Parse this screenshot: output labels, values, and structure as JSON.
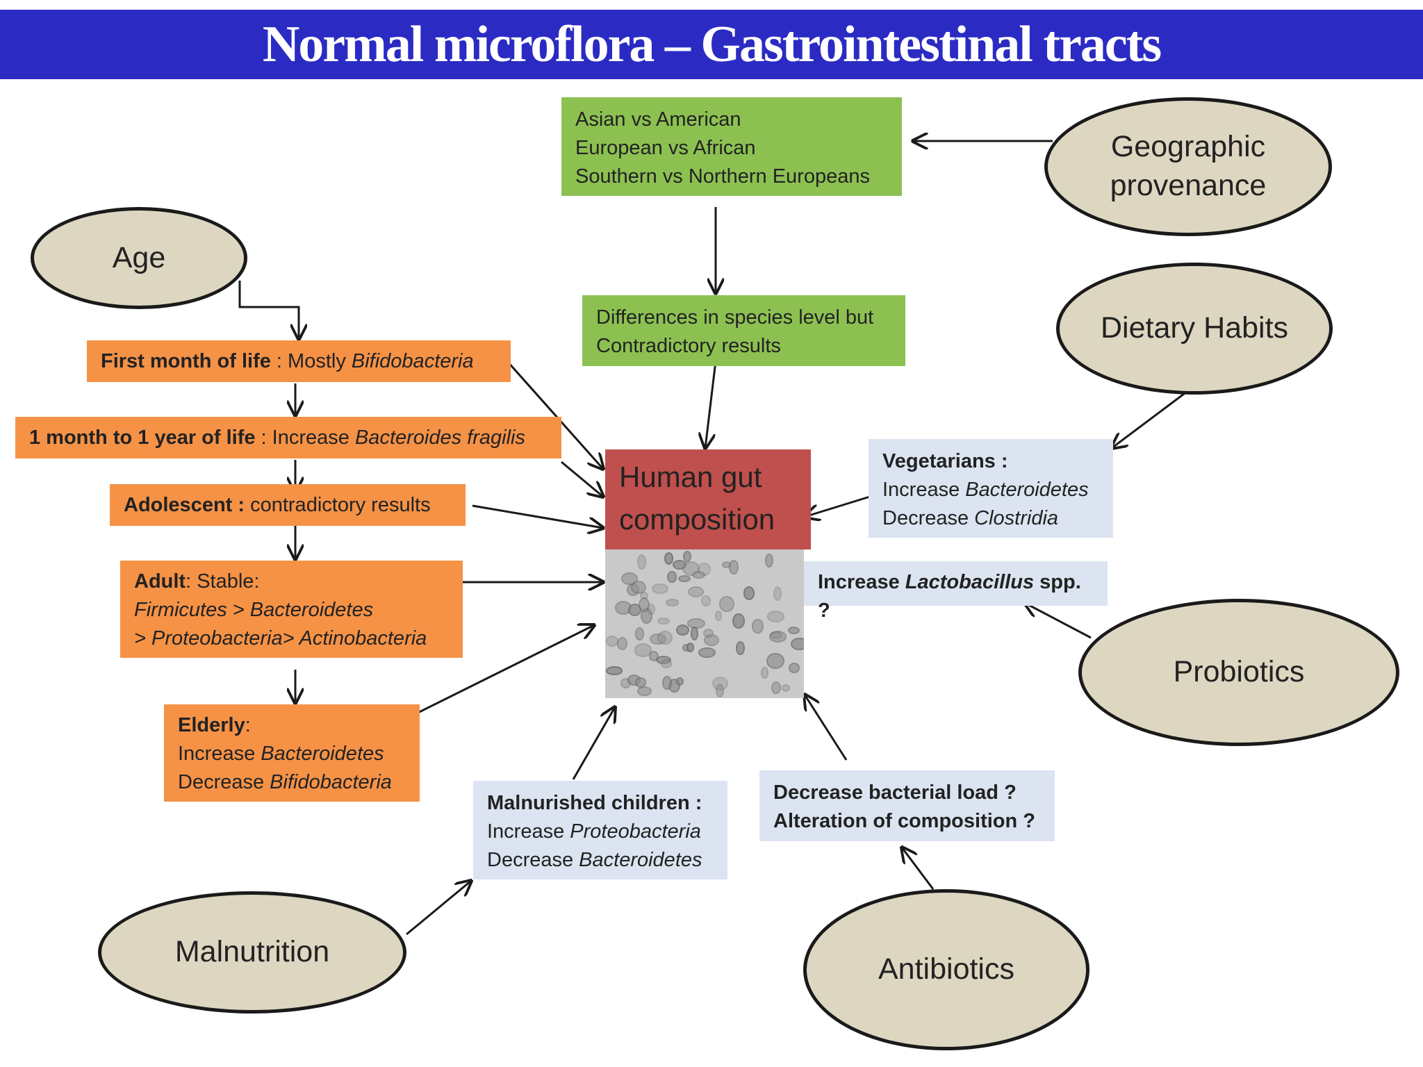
{
  "title": "Normal microflora – Gastrointestinal tracts",
  "factors": {
    "age": "Age",
    "geographic": [
      "Geographic",
      "provenance"
    ],
    "dietary": "Dietary Habits",
    "probiotics": "Probiotics",
    "malnutrition": "Malnutrition",
    "antibiotics": "Antibiotics"
  },
  "center": [
    "Human gut",
    "composition"
  ],
  "age_stages": {
    "first_month": {
      "label": "First month of life",
      "sep": " : Mostly ",
      "taxon": "Bifidobacteria"
    },
    "first_year": {
      "label": "1 month to 1 year of life",
      "sep": " : Increase ",
      "taxon": "Bacteroides fragilis"
    },
    "adolescent": {
      "label": "Adolescent :",
      "text": " contradictory results"
    },
    "adult": {
      "label": "Adult",
      "text": ": Stable:",
      "line2": "Firmicutes > Bacteroidetes",
      "line3": "> Proteobacteria> Actinobacteria"
    },
    "elderly": {
      "label": "Elderly",
      "text": ":",
      "inc": "Increase ",
      "inc_taxon": "Bacteroidetes",
      "dec": "Decrease ",
      "dec_taxon": "Bifidobacteria"
    }
  },
  "geography": {
    "lines": [
      "Asian vs American",
      "European vs African",
      "Southern vs Northern Europeans"
    ],
    "result": [
      "Differences in species level but",
      "Contradictory  results"
    ]
  },
  "vegetarians": {
    "label": "Vegetarians :",
    "inc": "Increase ",
    "inc_taxon": "Bacteroidetes",
    "dec": "Decrease ",
    "dec_taxon": "Clostridia"
  },
  "probiotics_effect": {
    "pre": "Increase ",
    "taxon": "Lactobacillus",
    "post": " spp. ?"
  },
  "malnourished": {
    "label": "Malnurished children :",
    "inc": "Increase ",
    "inc_taxon": "Proteobacteria",
    "dec": "Decrease ",
    "dec_taxon": "Bacteroidetes"
  },
  "antibiotics_effect": [
    "Decrease bacterial load ?",
    "Alteration of composition ?"
  ],
  "colors": {
    "title_bar": "#2b2bc4",
    "factor_ellipse": "#ddd6c1",
    "age_box": "#f59246",
    "geo_box": "#8cc152",
    "effect_box": "#dbe4f0",
    "center_box": "#c0504d"
  }
}
